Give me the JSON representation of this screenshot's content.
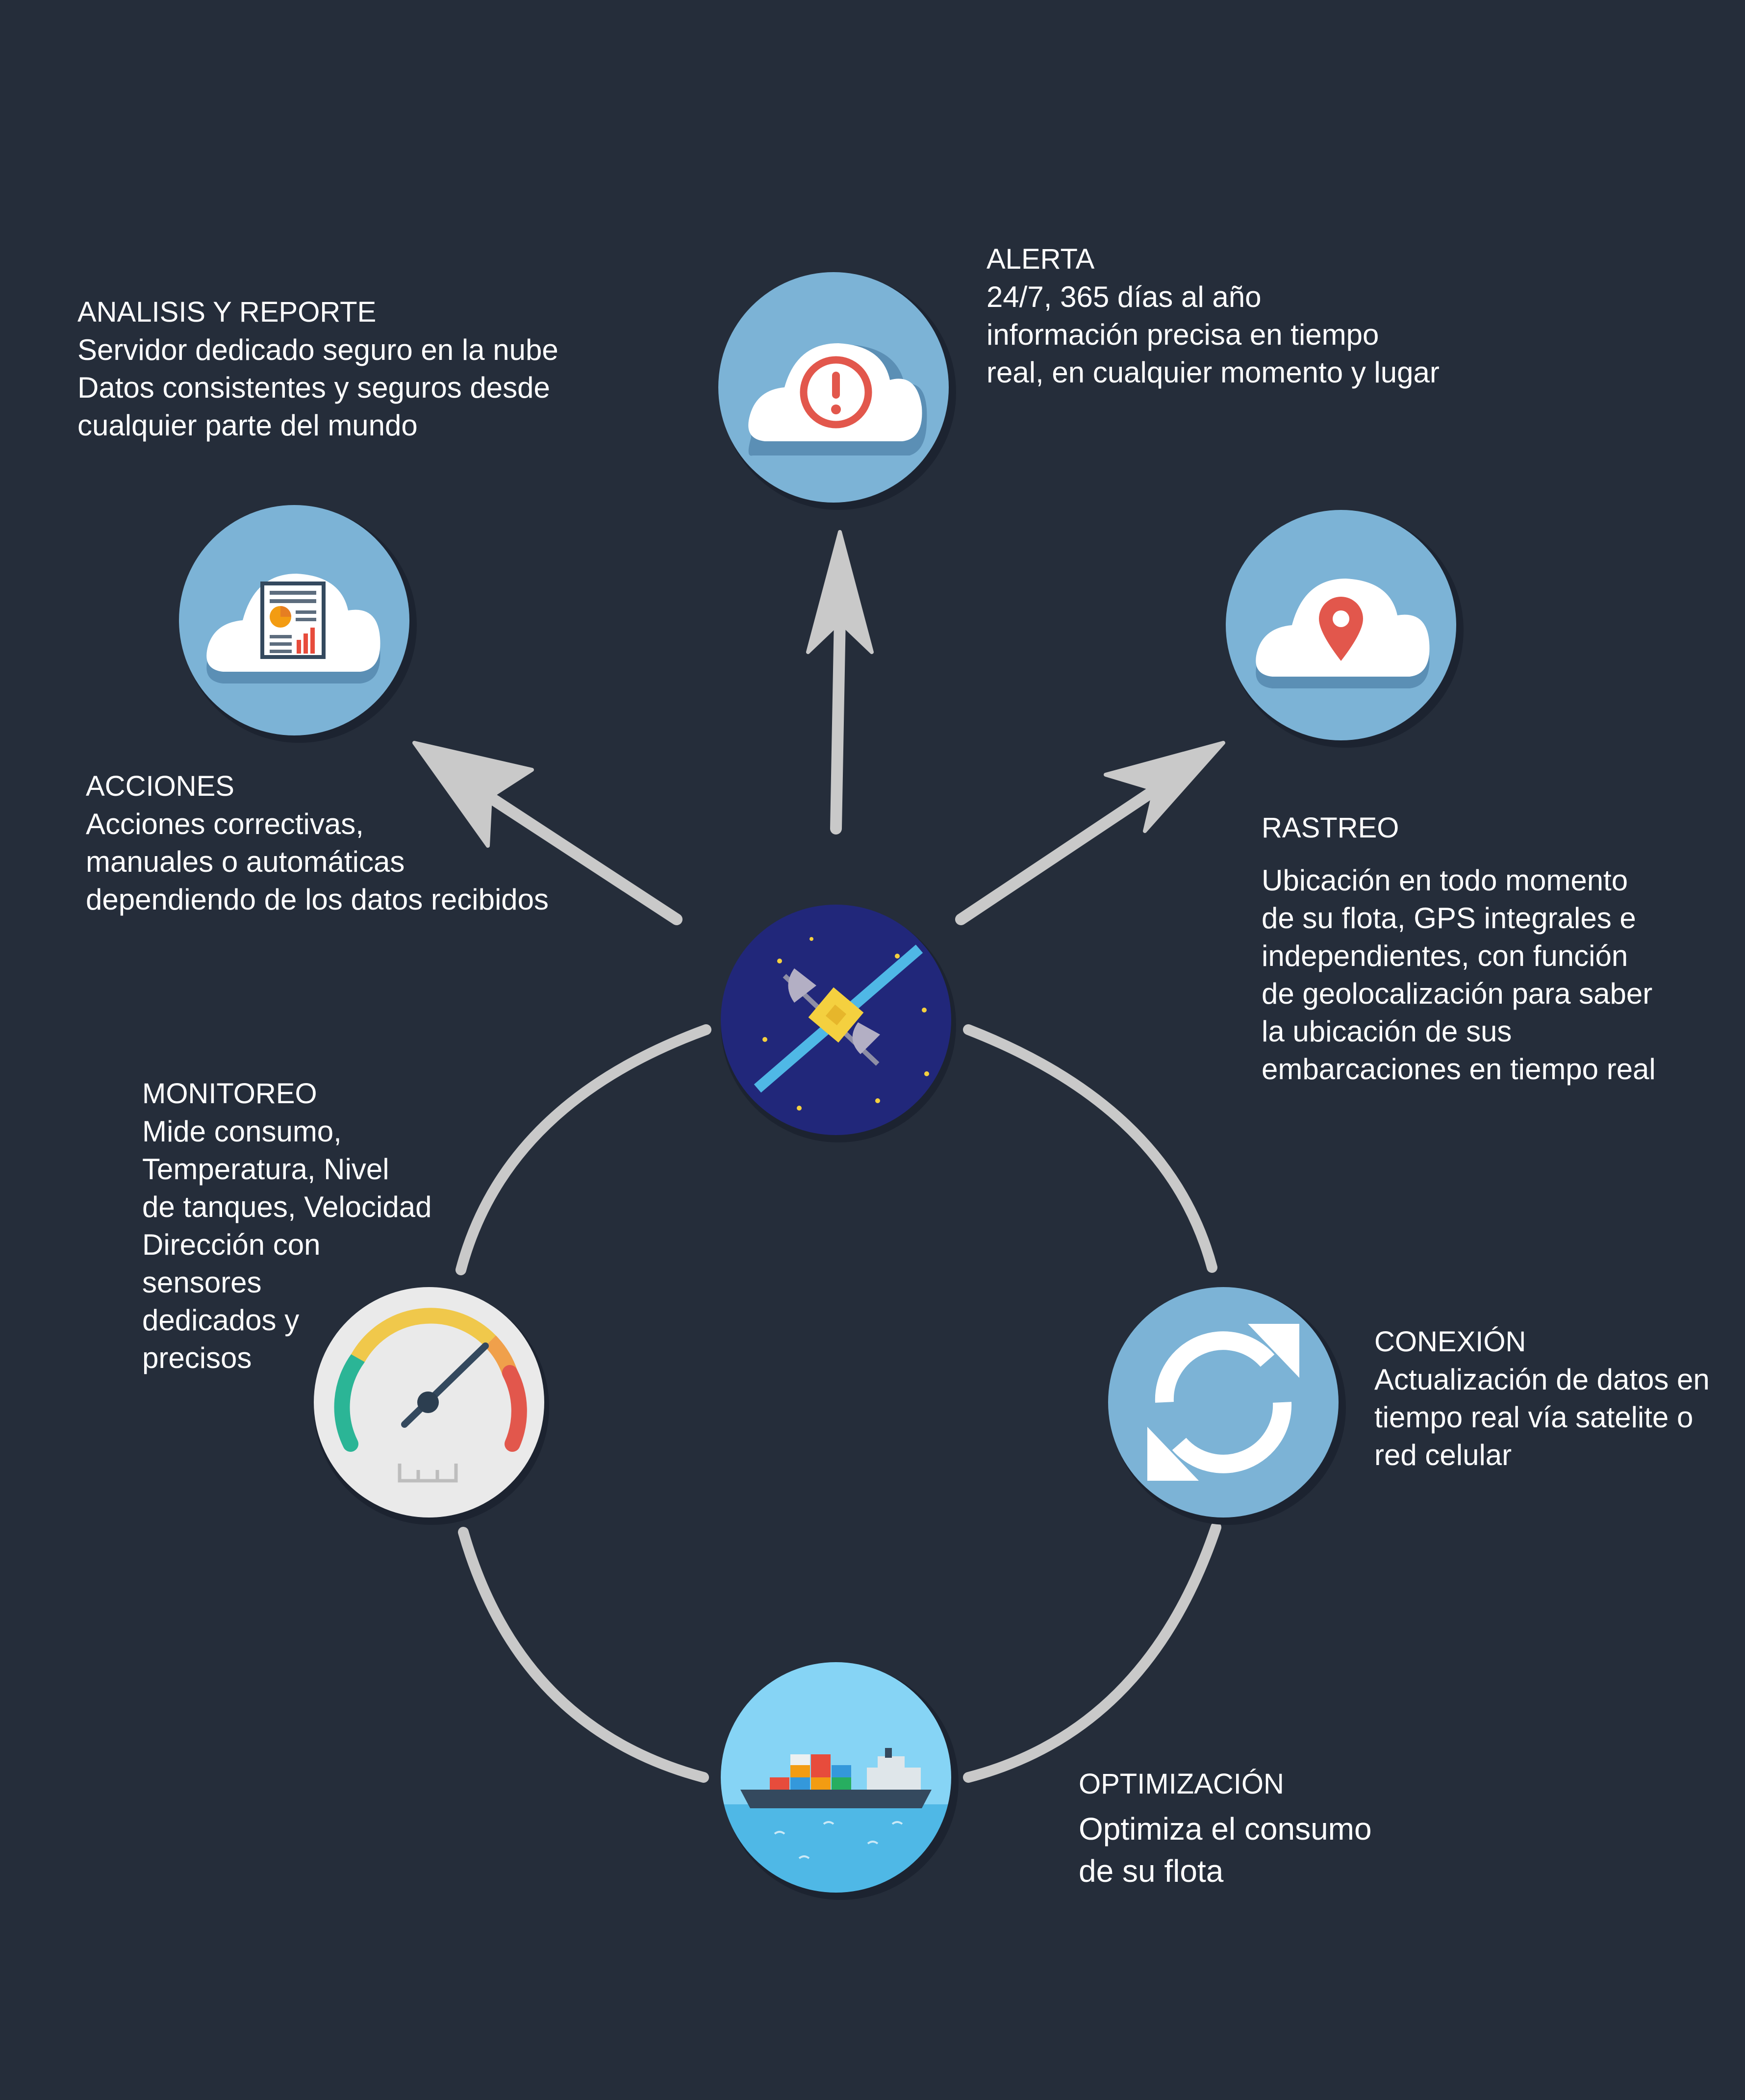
{
  "blocks": {
    "analisis": {
      "heading": "ANALISIS Y REPORTE",
      "lines": "Servidor dedicado seguro en la nube\nDatos consistentes y seguros desde\ncualquier parte del mundo"
    },
    "alerta": {
      "heading": "ALERTA",
      "lines": "24/7, 365 días al año\ninformación precisa en tiempo\nreal, en cualquier momento y lugar"
    },
    "acciones": {
      "heading": "ACCIONES",
      "lines": "Acciones correctivas,\nmanuales o automáticas\ndependiendo de los datos recibidos"
    },
    "rastreo": {
      "heading": "RASTREO",
      "lines": "Ubicación en todo momento\nde su flota, GPS integrales e\nindependientes, con función\nde geolocalización para saber\nla ubicación de sus\nembarcaciones en tiempo real"
    },
    "monitoreo": {
      "heading": "MONITOREO",
      "lines": "Mide consumo,\nTemperatura, Nivel\nde tanques, Velocidad\nDirección con\nsensores\ndedicados y\nprecisos"
    },
    "conexion": {
      "heading": "CONEXIÓN",
      "lines": "Actualización de datos en\ntiempo real vía satelite o\nred celular"
    },
    "optimizacion": {
      "heading": "OPTIMIZACIÓN",
      "lines": "Optimiza el consumo\nde su flota"
    }
  },
  "icons": {
    "alert": "alert-cloud-icon",
    "report": "report-cloud-icon",
    "location": "location-cloud-icon",
    "satellite": "satellite-icon",
    "gauge": "speedometer-icon",
    "sync": "sync-icon",
    "ship": "cargo-ship-icon"
  },
  "colors": {
    "background": "#252d3a",
    "circle_blue": "#7cb3d6",
    "cloud": "#ffffff",
    "alert_red": "#e2574c",
    "connector_gray": "#c9c9c9",
    "satellite_bg": "#21277a",
    "gauge_face": "#eaeaea",
    "sea": "#4fb8e6"
  }
}
